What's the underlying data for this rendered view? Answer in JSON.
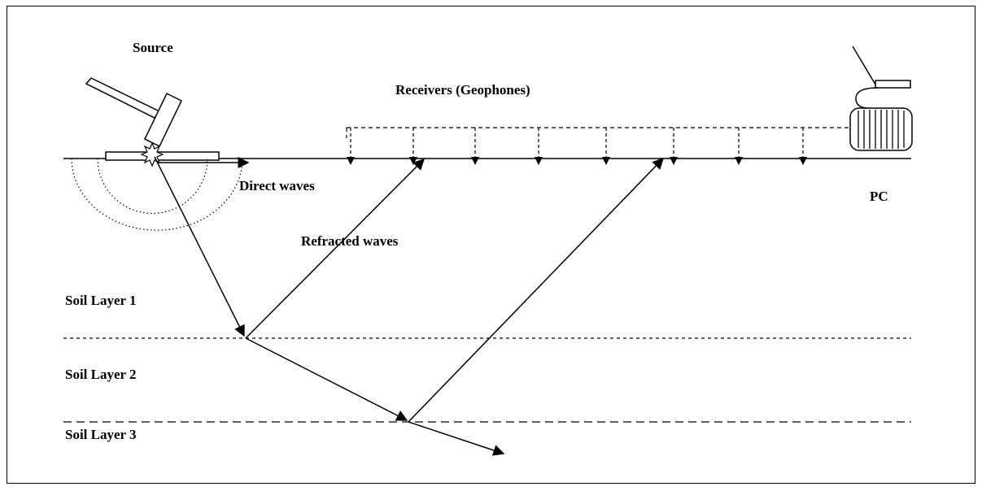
{
  "labels": {
    "source": "Source",
    "receivers": "Receivers (Geophones)",
    "direct_waves": "Direct waves",
    "refracted_waves": "Refracted waves",
    "pc": "PC",
    "soil_layer_1": "Soil Layer 1",
    "soil_layer_2": "Soil Layer 2",
    "soil_layer_3": "Soil Layer 3"
  },
  "receiver_count": 8,
  "colors": {
    "line": "#000000",
    "background": "#ffffff"
  }
}
